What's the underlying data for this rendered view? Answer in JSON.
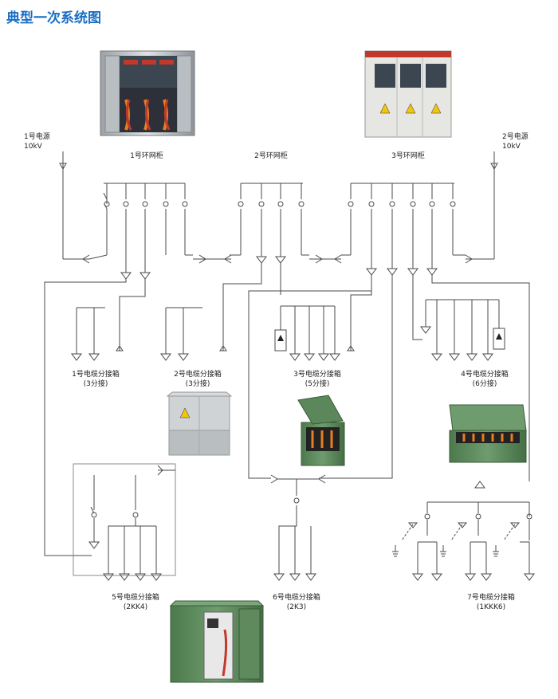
{
  "title": "典型一次系统图",
  "sources": [
    {
      "line1": "1号电源",
      "line2": "10kV"
    },
    {
      "line1": "2号电源",
      "line2": "10kV"
    }
  ],
  "ring_units": [
    "1号环网柜",
    "2号环网柜",
    "3号环网柜"
  ],
  "boxes": [
    {
      "name": "1号电缆分接箱",
      "spec": "(3分接)"
    },
    {
      "name": "2号电缆分接箱",
      "spec": "(3分接)"
    },
    {
      "name": "3号电缆分接箱",
      "spec": "(5分接)"
    },
    {
      "name": "4号电缆分接箱",
      "spec": "(6分接)"
    },
    {
      "name": "5号电缆分接箱",
      "spec": "(2KK4)"
    },
    {
      "name": "6号电缆分接箱",
      "spec": "(2K3)"
    },
    {
      "name": "7号电缆分接箱",
      "spec": "(1KKK6)"
    }
  ],
  "colors": {
    "title": "#1a6fc4",
    "line": "#4a4a4a",
    "cabinet_gray": "#c8ccd0",
    "cabinet_green": "#5e8a5e",
    "ring_red": "#c0392b"
  }
}
